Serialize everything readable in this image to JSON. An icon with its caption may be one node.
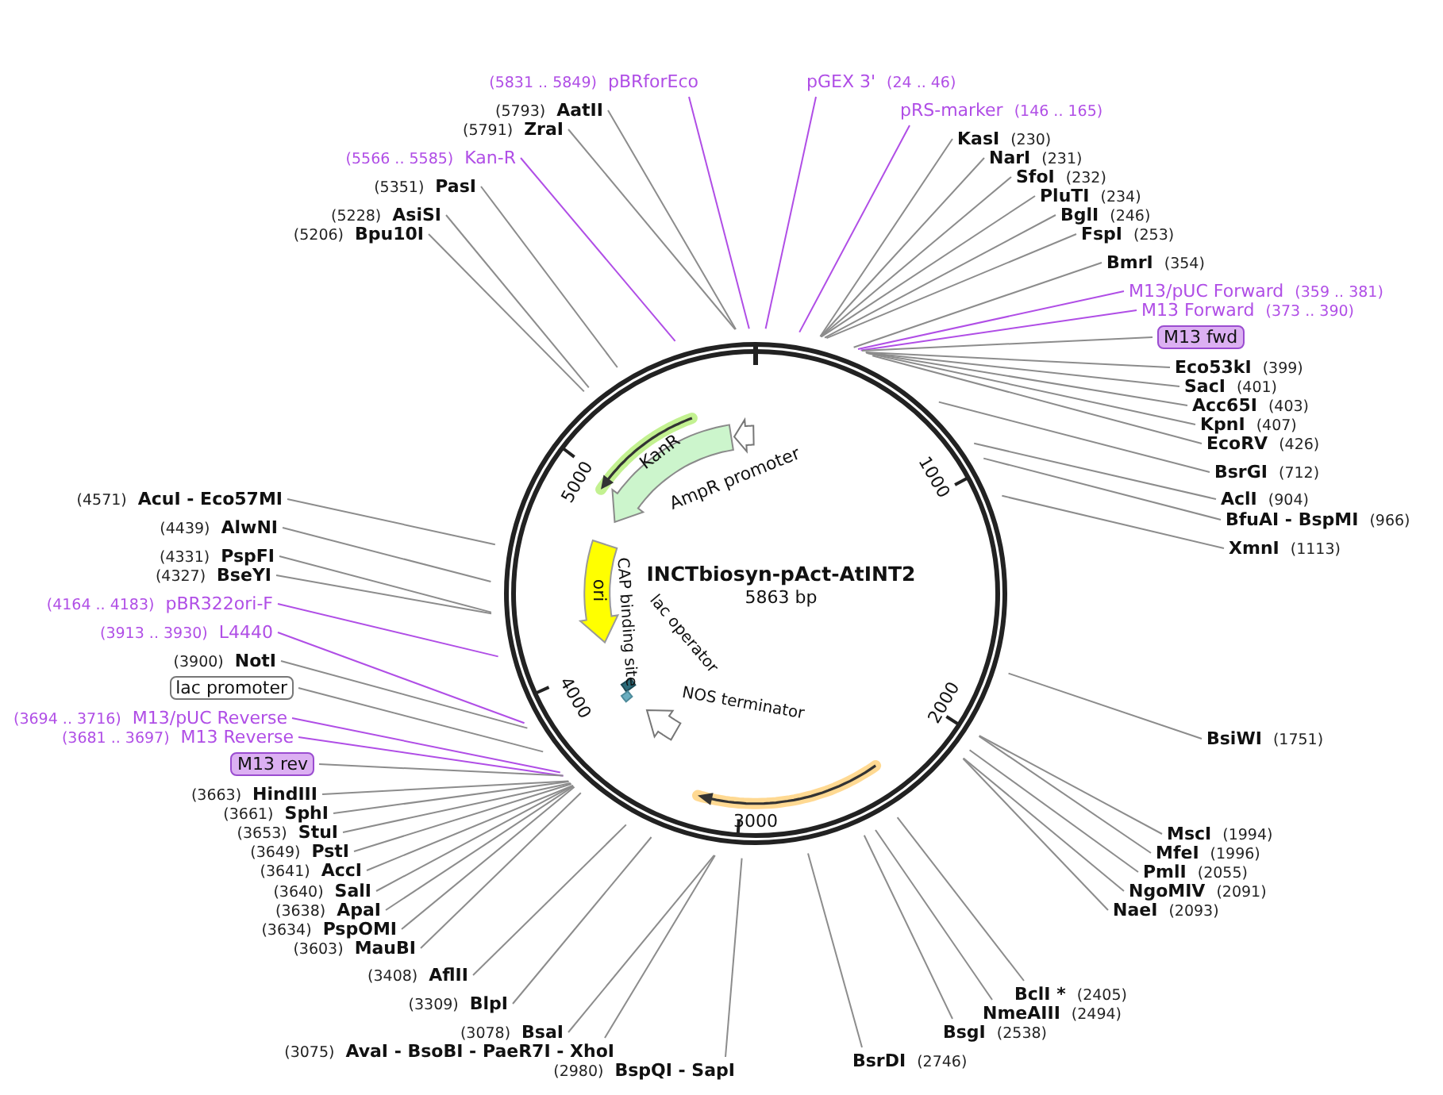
{
  "diagram": {
    "title": "INCTbiosyn-pAct-AtINT2",
    "nodes": [
      {
        "text": [
          "(5831 .. 5849)",
          "pBRforEco"
        ]
      },
      {
        "text": [
          "pGEX 3'",
          "(24 .. 46)"
        ]
      },
      {
        "text": [
          "(5793)",
          "AatII"
        ]
      },
      {
        "text": [
          "(5791)",
          "ZraI"
        ]
      },
      {
        "text": [
          "pRS-marker",
          "(146 .. 165)"
        ]
      },
      {
        "text": [
          "KasI",
          "(230)"
        ]
      },
      {
        "text": [
          "NarI",
          "(231)"
        ]
      },
      {
        "text": [
          "SfoI",
          "(232)"
        ]
      },
      {
        "text": [
          "PluTI",
          "(234)"
        ]
      },
      {
        "text": [
          "BglI",
          "(246)"
        ]
      },
      {
        "text": [
          "FspI",
          "(253)"
        ]
      },
      {
        "text": [
          "(5566 .. 5585)",
          "Kan-R"
        ]
      },
      {
        "text": [
          "(5351)",
          "PasI"
        ]
      },
      {
        "text": [
          "(5228)",
          "AsiSI"
        ]
      },
      {
        "text": [
          "(5206)",
          "Bpu10I"
        ]
      },
      {
        "text": [
          "BmrI",
          "(354)"
        ]
      },
      {
        "text": [
          "M13/pUC Forward",
          "(359 .. 381)"
        ]
      },
      {
        "text": [
          "M13 Forward",
          "(373 .. 390)"
        ]
      },
      {
        "text": [
          "M13 fwd"
        ]
      },
      {
        "text": [
          "Eco53kI",
          "(399)"
        ]
      },
      {
        "text": [
          "SacI",
          "(401)"
        ]
      },
      {
        "text": [
          "Acc65I",
          "(403)"
        ]
      },
      {
        "text": [
          "KpnI",
          "(407)"
        ]
      },
      {
        "text": [
          "EcoRV",
          "(426)"
        ]
      },
      {
        "text": [
          "BsrGI",
          "(712)"
        ]
      },
      {
        "text": [
          "AclI",
          "(904)"
        ]
      },
      {
        "text": [
          "BfuAI - BspMI",
          "(966)"
        ]
      },
      {
        "text": [
          "XmnI",
          "(1113)"
        ]
      },
      {
        "text": [
          "(4571)",
          "AcuI - Eco57MI"
        ]
      },
      {
        "text": [
          "(4439)",
          "AlwNI"
        ]
      },
      {
        "text": [
          "(4331)",
          "PspFI"
        ]
      },
      {
        "text": [
          "(4327)",
          "BseYI"
        ]
      },
      {
        "text": [
          "(4164 .. 4183)",
          "pBR322ori-F"
        ]
      },
      {
        "text": [
          "(3913 .. 3930)",
          "L4440"
        ]
      },
      {
        "text": [
          "(3900)",
          "NotI"
        ]
      },
      {
        "text": [
          "lac promoter"
        ]
      },
      {
        "text": [
          "(3694 .. 3716)",
          "M13/pUC Reverse"
        ]
      },
      {
        "text": [
          "(3681 .. 3697)",
          "M13 Reverse"
        ]
      },
      {
        "text": [
          "M13 rev"
        ]
      },
      {
        "text": [
          "(3663)",
          "HindIII"
        ]
      },
      {
        "text": [
          "(3661)",
          "SphI"
        ]
      },
      {
        "text": [
          "(3653)",
          "StuI"
        ]
      },
      {
        "text": [
          "(3649)",
          "PstI"
        ]
      },
      {
        "text": [
          "(3641)",
          "AccI"
        ]
      },
      {
        "text": [
          "(3640)",
          "SalI"
        ]
      },
      {
        "text": [
          "(3638)",
          "ApaI"
        ]
      },
      {
        "text": [
          "(3634)",
          "PspOMI"
        ]
      },
      {
        "text": [
          "(3603)",
          "MauBI"
        ]
      },
      {
        "text": [
          "(3408)",
          "AflII"
        ]
      },
      {
        "text": [
          "(3309)",
          "BlpI"
        ]
      },
      {
        "text": [
          "(3078)",
          "BsaI"
        ]
      },
      {
        "text": [
          "(3075)",
          "AvaI - BsoBI - PaeR7I - XhoI"
        ]
      },
      {
        "text": [
          "(2980)",
          "BspQI - SapI"
        ]
      },
      {
        "text": [
          "BsiWI",
          "(1751)"
        ]
      },
      {
        "text": [
          "MscI",
          "(1994)"
        ]
      },
      {
        "text": [
          "MfeI",
          "(1996)"
        ]
      },
      {
        "text": [
          "PmlI",
          "(2055)"
        ]
      },
      {
        "text": [
          "NgoMIV",
          "(2091)"
        ]
      },
      {
        "text": [
          "NaeI",
          "(2093)"
        ]
      },
      {
        "text": [
          "BclI *",
          "(2405)"
        ]
      },
      {
        "text": [
          "NmeAIII",
          "(2494)"
        ]
      },
      {
        "text": [
          "BsgI",
          "(2538)"
        ]
      },
      {
        "text": [
          "BsrDI",
          "(2746)"
        ]
      },
      {
        "text": [
          "KanR"
        ]
      },
      {
        "text": [
          "AmpR promoter"
        ]
      },
      {
        "text": [
          "ori"
        ]
      },
      {
        "text": [
          "CAP binding site"
        ]
      },
      {
        "text": [
          "lac operator"
        ]
      },
      {
        "text": [
          "NOS terminator"
        ]
      },
      {
        "text": [],
        "shape": "arrow"
      }
    ],
    "edges": [
      {
        "from": 0,
        "to": null,
        "arrow": "none",
        "color": "#b04ee6"
      },
      {
        "from": 1,
        "to": null,
        "arrow": "none",
        "color": "#b04ee6"
      },
      {
        "from": 2,
        "to": null,
        "arrow": "none"
      },
      {
        "from": 3,
        "to": null,
        "arrow": "none"
      },
      {
        "from": 4,
        "to": null,
        "arrow": "none",
        "color": "#b04ee6"
      },
      {
        "from": 5,
        "to": null,
        "arrow": "none"
      },
      {
        "from": 6,
        "to": null,
        "arrow": "none"
      },
      {
        "from": 7,
        "to": null,
        "arrow": "none"
      },
      {
        "from": 8,
        "to": null,
        "arrow": "none"
      },
      {
        "from": 9,
        "to": null,
        "arrow": "none"
      },
      {
        "from": 10,
        "to": null,
        "arrow": "none"
      },
      {
        "from": 11,
        "to": null,
        "arrow": "none",
        "color": "#b04ee6"
      },
      {
        "from": 12,
        "to": null,
        "arrow": "none"
      },
      {
        "from": 13,
        "to": null,
        "arrow": "none"
      },
      {
        "from": 14,
        "to": null,
        "arrow": "none"
      },
      {
        "from": 15,
        "to": null,
        "arrow": "none"
      },
      {
        "from": 16,
        "to": null,
        "arrow": "none",
        "color": "#b04ee6"
      },
      {
        "from": 17,
        "to": null,
        "arrow": "none",
        "color": "#b04ee6"
      },
      {
        "from": 18,
        "to": null,
        "arrow": "none"
      },
      {
        "from": 19,
        "to": null,
        "arrow": "none"
      },
      {
        "from": 20,
        "to": null,
        "arrow": "none"
      },
      {
        "from": 21,
        "to": null,
        "arrow": "none"
      },
      {
        "from": 22,
        "to": null,
        "arrow": "none"
      },
      {
        "from": 23,
        "to": null,
        "arrow": "none"
      },
      {
        "from": 24,
        "to": null,
        "arrow": "none"
      },
      {
        "from": 25,
        "to": null,
        "arrow": "none"
      },
      {
        "from": 26,
        "to": null,
        "arrow": "none"
      },
      {
        "from": 27,
        "to": null,
        "arrow": "none"
      },
      {
        "from": 28,
        "to": null,
        "arrow": "none"
      },
      {
        "from": 29,
        "to": null,
        "arrow": "none"
      },
      {
        "from": 30,
        "to": null,
        "arrow": "none"
      },
      {
        "from": 31,
        "to": null,
        "arrow": "none"
      },
      {
        "from": 32,
        "to": null,
        "arrow": "none",
        "color": "#b04ee6"
      },
      {
        "from": 33,
        "to": null,
        "arrow": "none",
        "color": "#b04ee6"
      },
      {
        "from": 34,
        "to": null,
        "arrow": "none"
      },
      {
        "from": 35,
        "to": null,
        "arrow": "none"
      },
      {
        "from": 36,
        "to": null,
        "arrow": "none",
        "color": "#b04ee6"
      },
      {
        "from": 37,
        "to": null,
        "arrow": "none",
        "color": "#b04ee6"
      },
      {
        "from": 38,
        "to": null,
        "arrow": "none"
      },
      {
        "from": 39,
        "to": null,
        "arrow": "none"
      },
      {
        "from": 40,
        "to": null,
        "arrow": "none"
      },
      {
        "from": 41,
        "to": null,
        "arrow": "none"
      },
      {
        "from": 42,
        "to": null,
        "arrow": "none"
      },
      {
        "from": 43,
        "to": null,
        "arrow": "none"
      },
      {
        "from": 44,
        "to": null,
        "arrow": "none"
      },
      {
        "from": 45,
        "to": null,
        "arrow": "none"
      },
      {
        "from": 46,
        "to": null,
        "arrow": "none"
      },
      {
        "from": 47,
        "to": null,
        "arrow": "none"
      },
      {
        "from": 48,
        "to": null,
        "arrow": "none"
      },
      {
        "from": 49,
        "to": null,
        "arrow": "none"
      },
      {
        "from": 50,
        "to": null,
        "arrow": "none"
      },
      {
        "from": 51,
        "to": null,
        "arrow": "none"
      },
      {
        "from": 52,
        "to": null,
        "arrow": "none"
      },
      {
        "from": 53,
        "to": null,
        "arrow": "none"
      },
      {
        "from": 54,
        "to": null,
        "arrow": "none"
      },
      {
        "from": 55,
        "to": null,
        "arrow": "none"
      },
      {
        "from": 56,
        "to": null,
        "arrow": "none"
      },
      {
        "from": 57,
        "to": null,
        "arrow": "none"
      },
      {
        "from": 58,
        "to": null,
        "arrow": "none"
      },
      {
        "from": 59,
        "to": null,
        "arrow": "none"
      },
      {
        "from": 60,
        "to": null,
        "arrow": "none"
      },
      {
        "from": 61,
        "to": null,
        "arrow": "none"
      },
      {
        "from": 62,
        "to": null,
        "arrow": "none"
      }
    ],
    "labels": [
      "5863 bp",
      "1000",
      "2000",
      "3000",
      "4000",
      "5000"
    ]
  }
}
